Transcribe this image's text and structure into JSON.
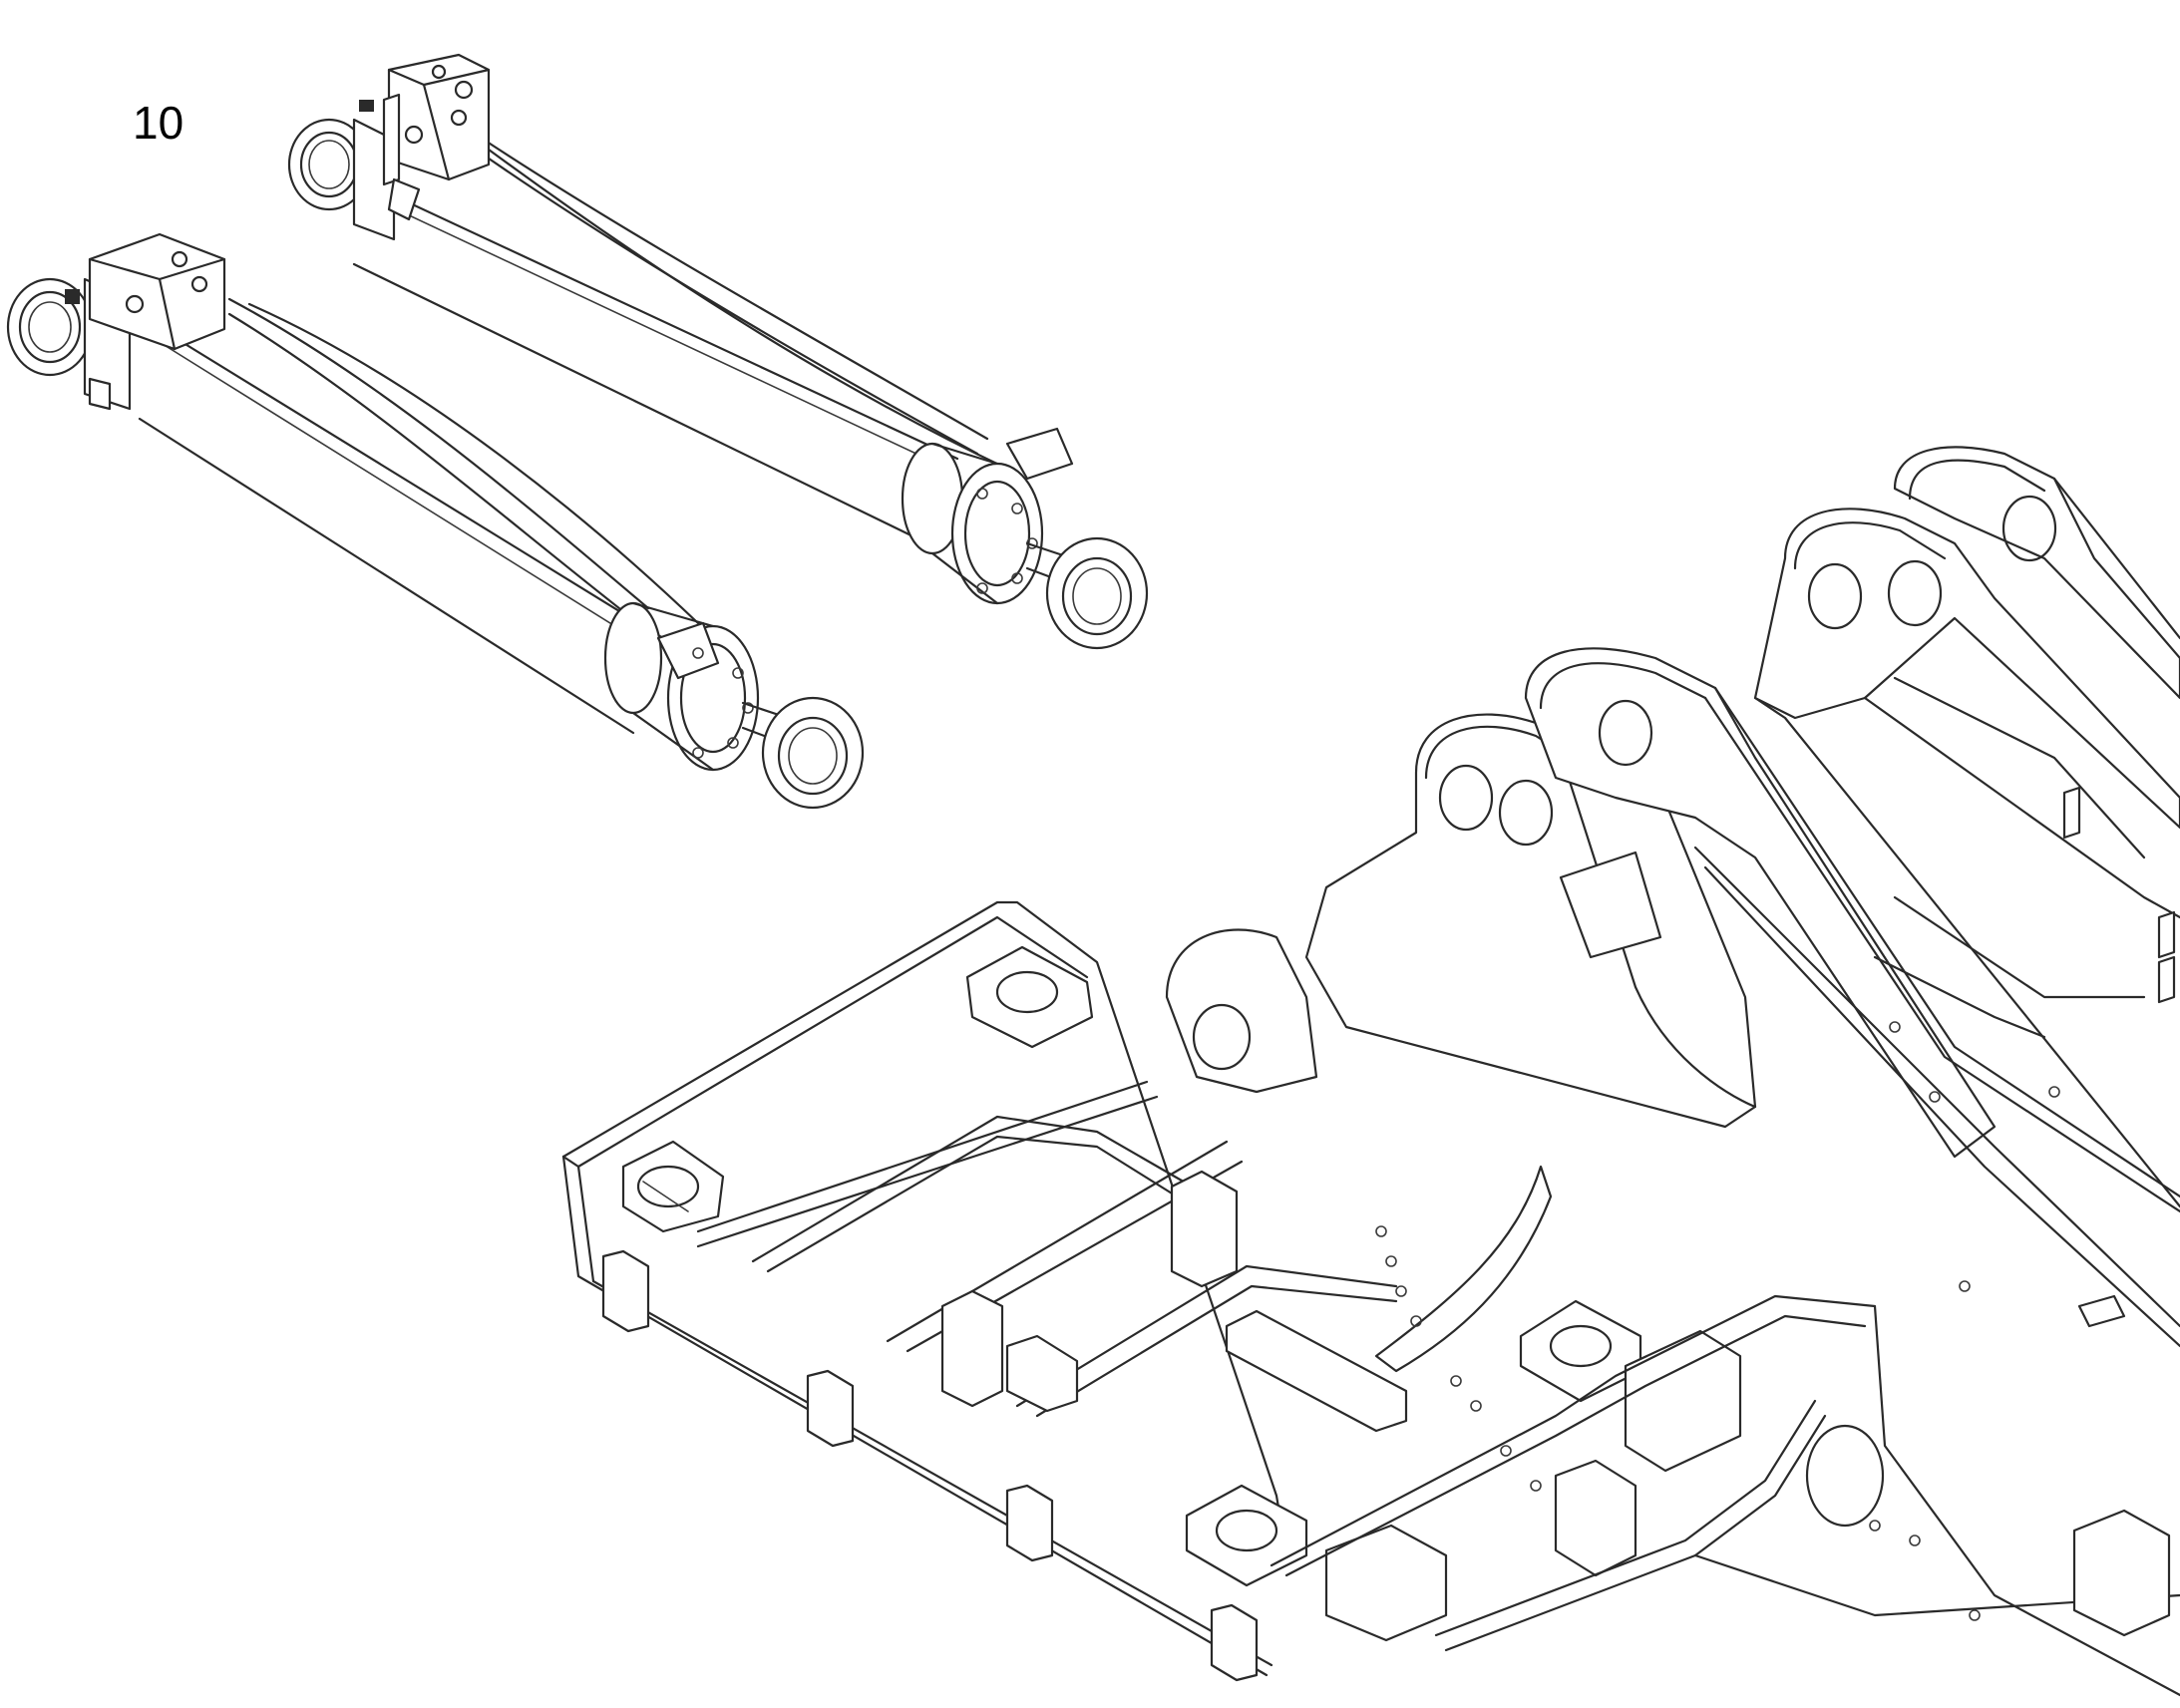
{
  "callout": {
    "label": "10"
  },
  "colors": {
    "line": "#2a2a2a",
    "background": "#ffffff"
  },
  "parts": [
    {
      "id": "hydraulic-cylinder-upper",
      "icon": "hydraulic-cylinder-icon"
    },
    {
      "id": "hydraulic-cylinder-lower",
      "icon": "hydraulic-cylinder-icon"
    },
    {
      "id": "machine-frame",
      "icon": "chassis-frame-icon"
    }
  ]
}
